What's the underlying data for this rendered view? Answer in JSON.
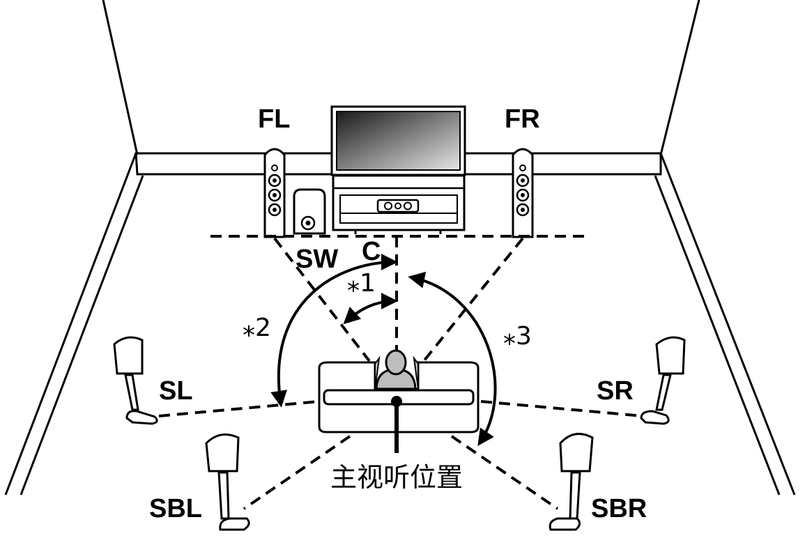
{
  "speakers": {
    "front_left": "FL",
    "front_right": "FR",
    "center": "C",
    "subwoofer": "SW",
    "surround_left": "SL",
    "surround_right": "SR",
    "surround_back_left": "SBL",
    "surround_back_right": "SBR"
  },
  "angle_notes": {
    "note_1": "⁎1",
    "note_2": "⁎2",
    "note_3": "⁎3"
  },
  "listening_position": "主视听位置",
  "colors": {
    "line": "#000000",
    "background": "#ffffff"
  }
}
